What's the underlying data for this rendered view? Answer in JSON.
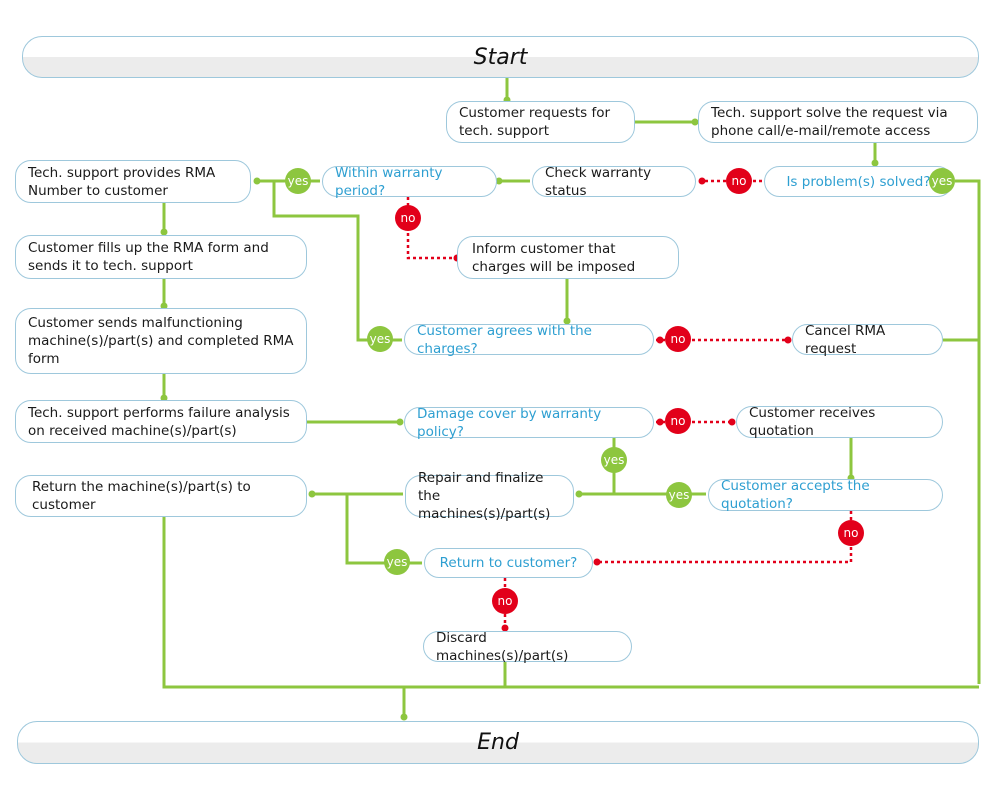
{
  "colors": {
    "flow": "#8dc63f",
    "reject": "#e2001a",
    "question": "#2e9fd1",
    "border": "#9ec8dc"
  },
  "terminals": {
    "start": "Start",
    "end": "End"
  },
  "steps": {
    "customer_requests": "Customer requests for tech. support",
    "tech_solve": "Tech. support solve the request via phone call/e-mail/remote access",
    "provide_rma": "Tech. support provides RMA Number to customer",
    "check_warranty": "Check warranty status",
    "fill_rma": "Customer fills up the RMA form and sends it to tech. support",
    "inform_charges": "Inform customer that charges will be imposed",
    "send_machine": "Customer sends malfunctioning machine(s)/part(s) and completed RMA form",
    "cancel_rma": "Cancel RMA request",
    "failure_analysis": "Tech. support performs failure analysis on received machine(s)/part(s)",
    "receive_quotation": "Customer receives quotation",
    "return_machine": "Return the machine(s)/part(s) to customer",
    "repair": "Repair and finalize the machines(s)/part(s)",
    "discard": "Discard machines(s)/part(s)"
  },
  "questions": {
    "within_warranty": "Within warranty period?",
    "problem_solved": "Is problem(s) solved?",
    "agree_charges": "Customer agrees with the charges?",
    "damage_cover": "Damage cover by warranty policy?",
    "accept_quotation": "Customer accepts the quotation?",
    "return_customer": "Return to customer?"
  },
  "labels": {
    "yes": "yes",
    "no": "no"
  }
}
